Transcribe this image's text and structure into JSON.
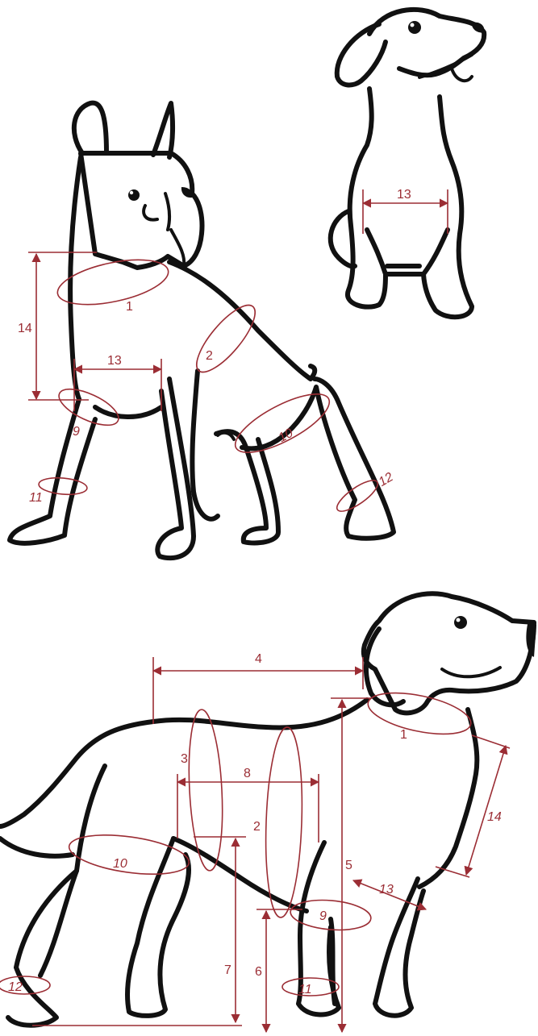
{
  "colors": {
    "measure": "#9b2d34",
    "outline": "#111111",
    "background": "#ffffff"
  },
  "boxer": {
    "labels": {
      "neck": "1",
      "chest": "2",
      "front_leg": "9",
      "hind_thigh": "10",
      "front_wrist": "11",
      "hind_hock": "12",
      "chest_width": "13",
      "chest_depth": "14"
    }
  },
  "sitting_dog": {
    "labels": {
      "chest_width": "13"
    }
  },
  "retriever": {
    "labels": {
      "neck": "1",
      "chest": "2",
      "waist": "3",
      "back_length": "4",
      "height_withers": "5",
      "front_leg_height": "6",
      "hind_leg_height": "7",
      "body_length": "8",
      "front_leg": "9",
      "hind_thigh": "10",
      "front_wrist": "11",
      "hind_hock": "12",
      "chest_width": "13",
      "chest_depth": "14"
    }
  }
}
